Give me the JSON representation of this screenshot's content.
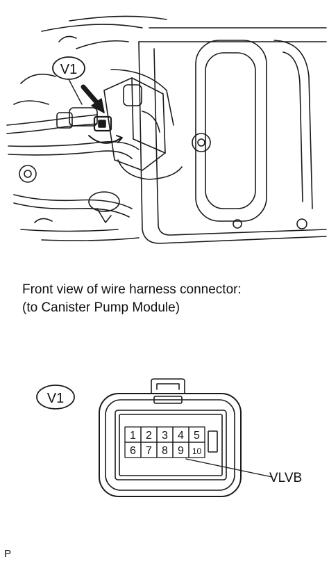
{
  "engine_view": {
    "connector_callout": "V1"
  },
  "caption": {
    "line1": "Front view of wire harness connector:",
    "line2": "(to Canister Pump Module)"
  },
  "connector_diagram": {
    "callout": "V1",
    "pins_top": [
      "1",
      "2",
      "3",
      "4",
      "5"
    ],
    "pins_bottom": [
      "6",
      "7",
      "8",
      "9",
      "10"
    ],
    "pointer_label": "VLVB",
    "pointer_pin": "9"
  },
  "footer_mark": "P"
}
